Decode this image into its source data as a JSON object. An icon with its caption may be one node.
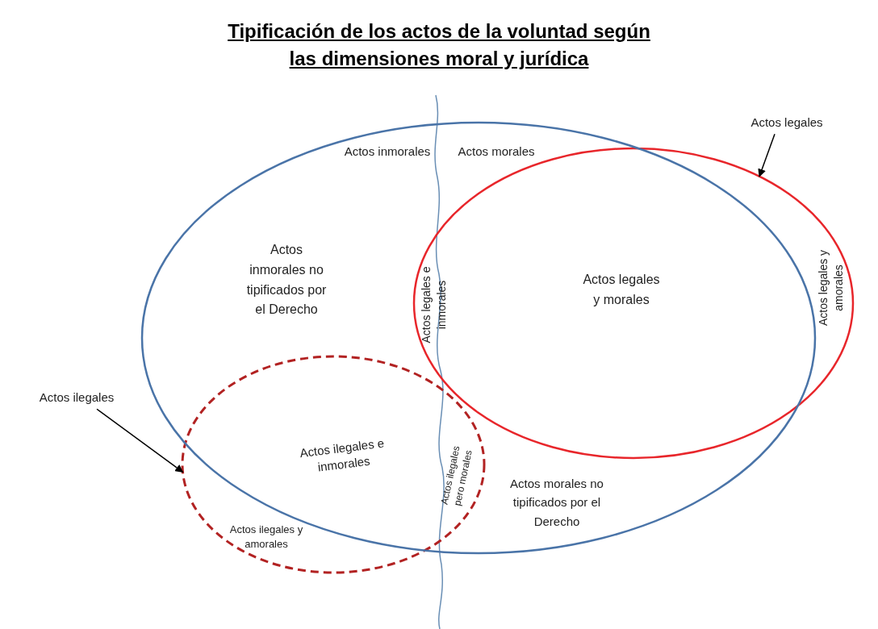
{
  "diagram": {
    "title": "Tipificación de los actos de la voluntad según las dimensiones moral y jurídica",
    "nodes": [
      {
        "text": [
          "Actos legales"
        ]
      },
      {
        "text": [],
        "shape": "ellipse"
      },
      {
        "text": [
          "Actos ilegales"
        ]
      },
      {
        "text": [],
        "shape": "ellipse"
      },
      {
        "text": [],
        "shape": "ellipse"
      }
    ],
    "edges": [
      {
        "from": 0,
        "to": 1,
        "arrow": "to"
      },
      {
        "from": 2,
        "to": 3,
        "arrow": "to"
      }
    ],
    "labels": [
      "Actos inmorales",
      "Actos morales",
      "Actos inmorales no tipificados por el Derecho",
      "Actos legales e inmorales",
      "Actos legales y morales",
      "Actos legales y amorales",
      "Actos ilegales e inmorales",
      "Actos ilegales pero morales",
      "Actos morales no tipificados por el Derecho",
      "Actos ilegales y amorales"
    ]
  }
}
